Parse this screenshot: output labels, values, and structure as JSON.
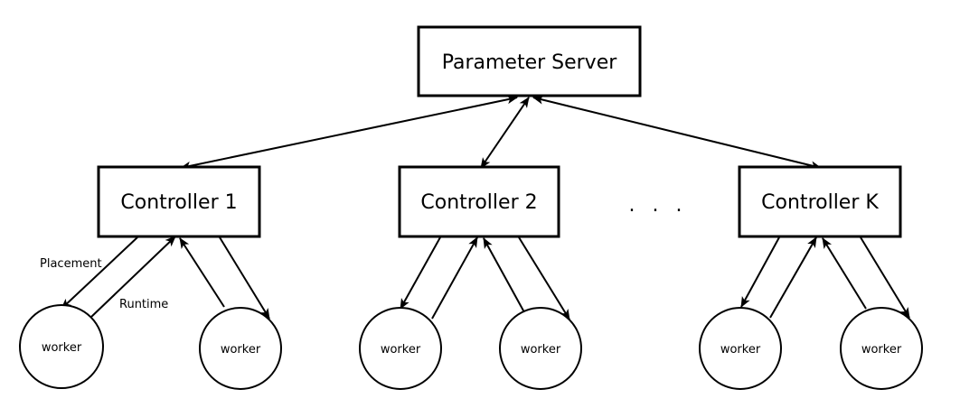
{
  "parameter_server": {
    "label": "Parameter Server"
  },
  "controllers": [
    {
      "label": "Controller 1",
      "workers": [
        "worker",
        "worker"
      ]
    },
    {
      "label": "Controller 2",
      "workers": [
        "worker",
        "worker"
      ]
    },
    {
      "label": "Controller K",
      "workers": [
        "worker",
        "worker"
      ]
    }
  ],
  "ellipsis": ". . .",
  "edge_labels": {
    "placement": "Placement",
    "runtime": "Runtime"
  }
}
